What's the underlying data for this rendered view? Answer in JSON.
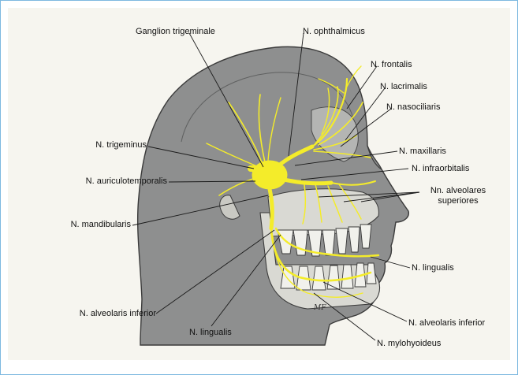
{
  "labels": {
    "ganglion_trigeminale": "Ganglion trigeminale",
    "n_ophthalmicus": "N. ophthalmicus",
    "n_frontalis": "N. frontalis",
    "n_lacrimalis": "N. lacrimalis",
    "n_nasociliaris": "N. nasociliaris",
    "n_trigeminus": "N. trigeminus",
    "n_maxillaris": "N. maxillaris",
    "n_infraorbitalis": "N. infraorbitalis",
    "n_auriculotemporalis": "N. auriculotemporalis",
    "nn_alveolares_superiores": "Nn. alveolares\nsuperiores",
    "n_mandibularis": "N. mandibularis",
    "n_lingualis_right": "N. lingualis",
    "n_alveolaris_inferior_left": "N. alveolaris inferior",
    "n_alveolaris_inferior_right": "N. alveolaris inferior",
    "n_lingualis_bottom": "N. lingualis",
    "n_mylohyoideus": "N. mylohyoideus"
  },
  "signature": "MF",
  "colors": {
    "head_fill": "#8e8f8f",
    "head_edge": "#3a3a3a",
    "nerve": "#f4ec2a",
    "bone": "#eeeeea",
    "frame": "#7db8e0"
  }
}
